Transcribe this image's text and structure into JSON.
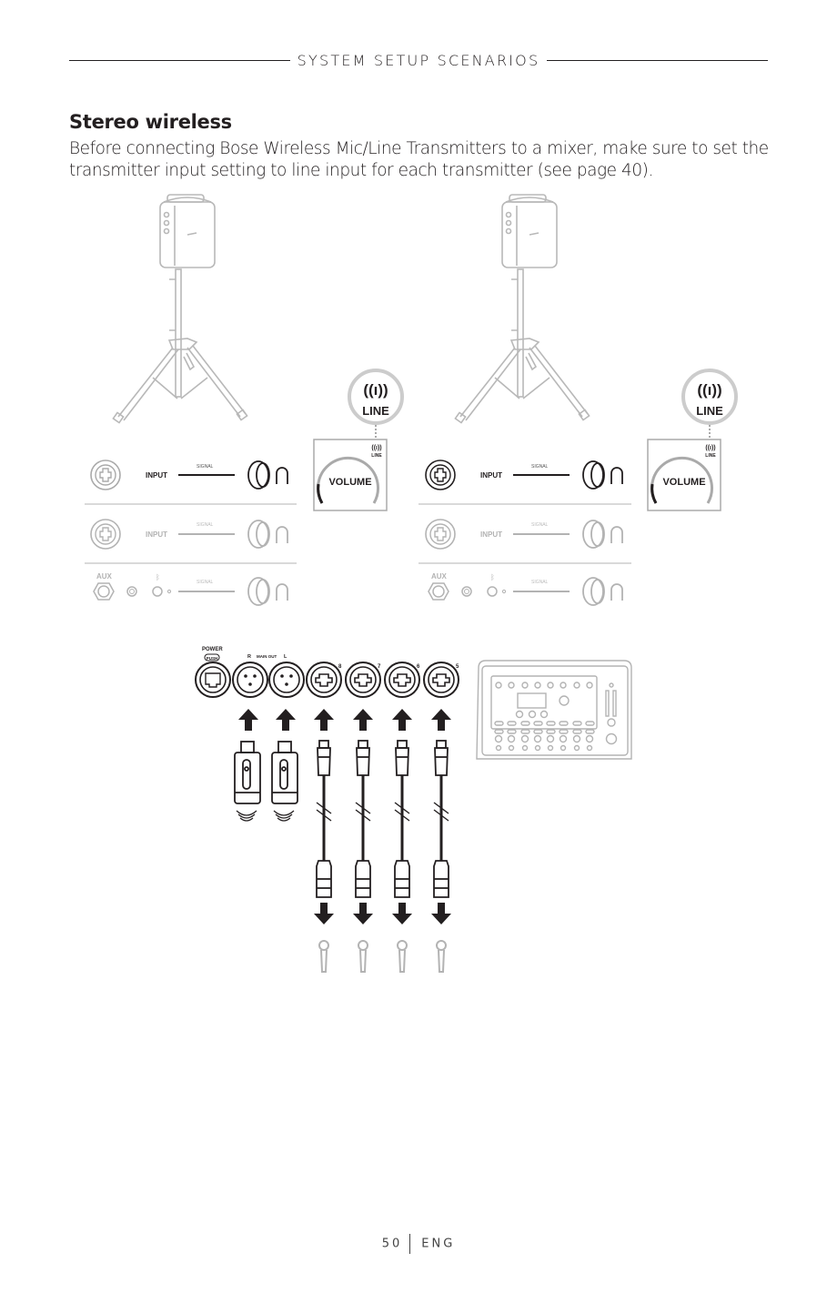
{
  "header": {
    "section_title": "SYSTEM SETUP SCENARIOS"
  },
  "content": {
    "heading": "Stereo wireless",
    "body": "Before connecting Bose Wireless Mic/Line Transmitters to a mixer, make sure to set the transmitter input setting to line input for each transmitter (see page 40)."
  },
  "diagram": {
    "speakers": [
      {
        "position": "left",
        "badge_label": "LINE",
        "volume_label": "VOLUME",
        "volume_badge": "LINE",
        "channels": [
          {
            "label": "INPUT",
            "signal": "SIGNAL",
            "active": true
          },
          {
            "label": "INPUT",
            "signal": "SIGNAL",
            "active": false
          },
          {
            "label": "AUX",
            "signal": "SIGNAL",
            "active": false
          }
        ]
      },
      {
        "position": "right",
        "badge_label": "LINE",
        "volume_label": "VOLUME",
        "volume_badge": "LINE",
        "channels": [
          {
            "label": "INPUT",
            "signal": "SIGNAL",
            "active": true
          },
          {
            "label": "INPUT",
            "signal": "SIGNAL",
            "active": false
          },
          {
            "label": "AUX",
            "signal": "SIGNAL",
            "active": false
          }
        ]
      }
    ],
    "mixer": {
      "power_label": "POWER",
      "push_label": "PUSH",
      "main_out_label": "MAIN OUT",
      "r_label": "R",
      "l_label": "L",
      "inputs": [
        "8",
        "7",
        "6",
        "5"
      ]
    },
    "colors": {
      "ink": "#231f20",
      "gray": "#b3b3b3",
      "light_gray": "#cccccc"
    }
  },
  "footer": {
    "page_number": "50",
    "language": "ENG"
  }
}
